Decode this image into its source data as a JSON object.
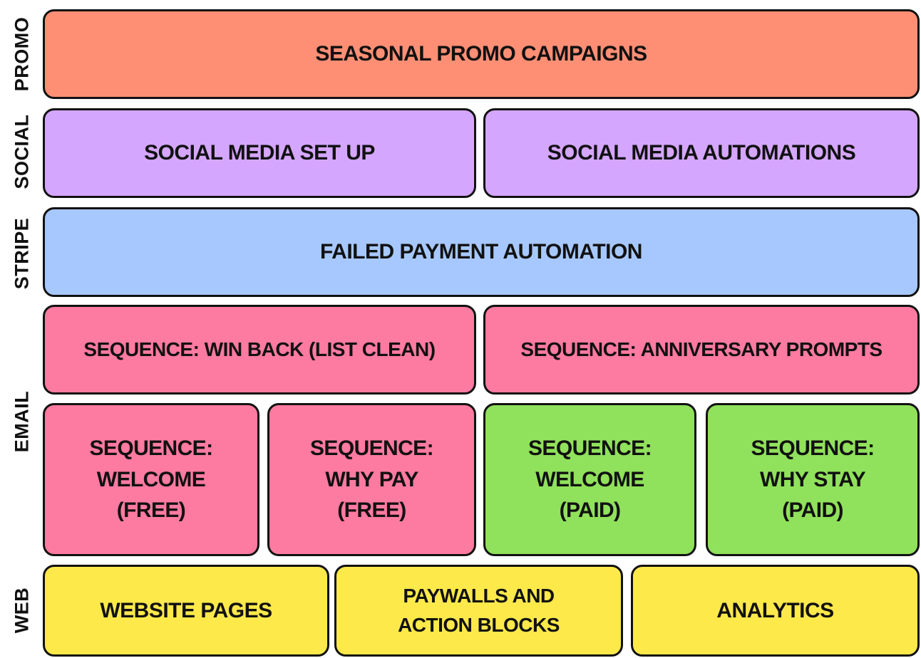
{
  "rows": {
    "promo": "PROMO",
    "social": "SOCIAL",
    "stripe": "STRIPE",
    "email": "EMAIL",
    "web": "WEB"
  },
  "blocks": {
    "promo": {
      "seasonal": "SEASONAL PROMO CAMPAIGNS"
    },
    "social": {
      "setup": "SOCIAL MEDIA SET UP",
      "automations": "SOCIAL MEDIA AUTOMATIONS"
    },
    "stripe": {
      "failed_payment": "FAILED PAYMENT AUTOMATION"
    },
    "email": {
      "win_back": "SEQUENCE: WIN BACK (LIST CLEAN)",
      "anniversary": "SEQUENCE: ANNIVERSARY PROMPTS",
      "welcome_free": "SEQUENCE:\nWELCOME\n(FREE)",
      "why_pay_free": "SEQUENCE:\nWHY PAY\n(FREE)",
      "welcome_paid": "SEQUENCE:\nWELCOME\n(PAID)",
      "why_stay_paid": "SEQUENCE:\nWHY STAY\n(PAID)"
    },
    "web": {
      "website_pages": "WEBSITE PAGES",
      "paywalls": "PAYWALLS AND\nACTION BLOCKS",
      "analytics": "ANALYTICS"
    }
  },
  "colors": {
    "promo": "#fe8f75",
    "social": "#d5a6fe",
    "stripe": "#a7c8fe",
    "email_free": "#fd7aa1",
    "email_paid": "#90e15b",
    "web": "#fde94a",
    "border": "#111111"
  }
}
